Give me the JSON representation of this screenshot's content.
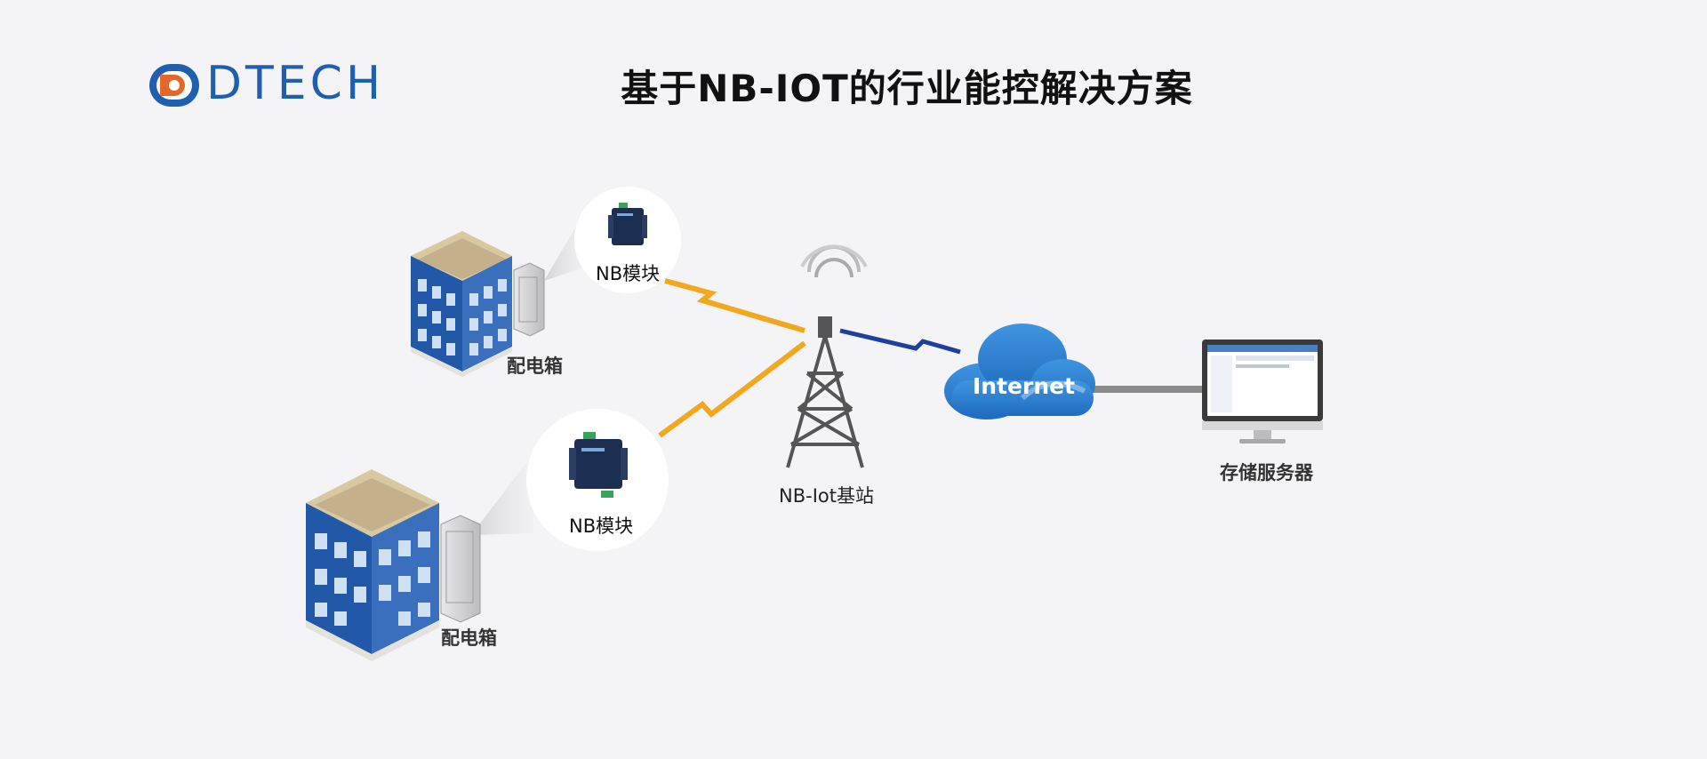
{
  "header": {
    "logo_text": "DTECH",
    "title": "基于NB-IOT的行业能控解决方案"
  },
  "nodes": {
    "building_top_label": "配电箱",
    "building_bottom_label": "配电箱",
    "module_top_label": "NB模块",
    "module_bottom_label": "NB模块",
    "tower_label": "NB-Iot基站",
    "cloud_label": "Internet",
    "server_label": "存储服务器"
  },
  "colors": {
    "background": "#f4f4f6",
    "brand_blue": "#1f5fb0",
    "brand_orange": "#e8662a",
    "wireless_orange": "#f2a81e",
    "link_blue": "#1e3f9c",
    "cloud_blue": "#2e7fd0",
    "building_blue": "#2258a8"
  }
}
